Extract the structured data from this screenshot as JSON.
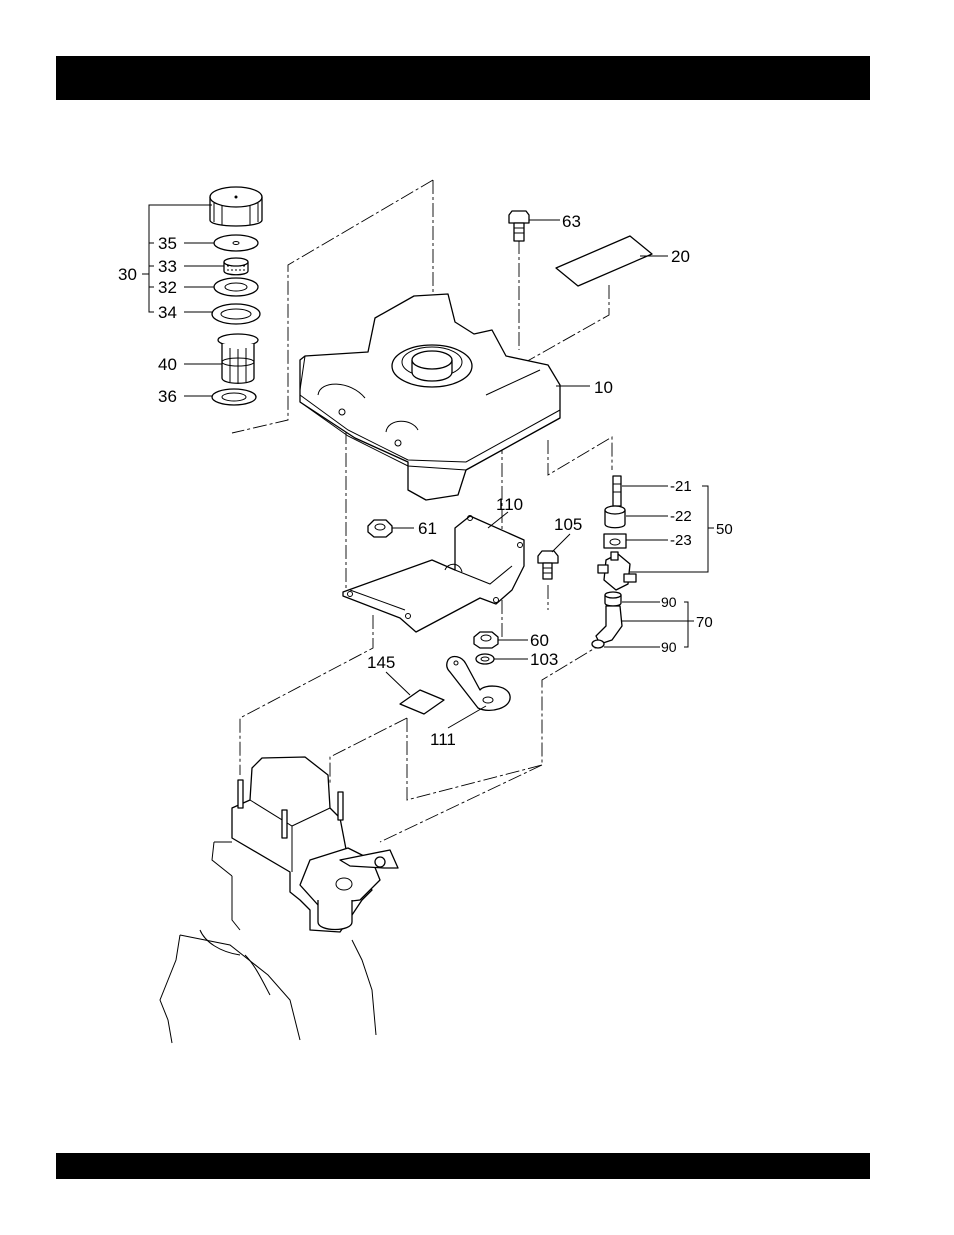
{
  "colors": {
    "bar": "#000000",
    "line": "#000000",
    "background": "#ffffff"
  },
  "callouts": {
    "c63": "63",
    "c20": "20",
    "c10": "10",
    "c30": "30",
    "c35": "35",
    "c33": "33",
    "c32": "32",
    "c34": "34",
    "c40": "40",
    "c36": "36",
    "c21": "-21",
    "c22": "-22",
    "c23": "-23",
    "c50": "50",
    "c61": "61",
    "c110": "110",
    "c105": "105",
    "c90a": "90",
    "c70": "70",
    "c90b": "90",
    "c60": "60",
    "c103": "103",
    "c145": "145",
    "c111": "111"
  }
}
